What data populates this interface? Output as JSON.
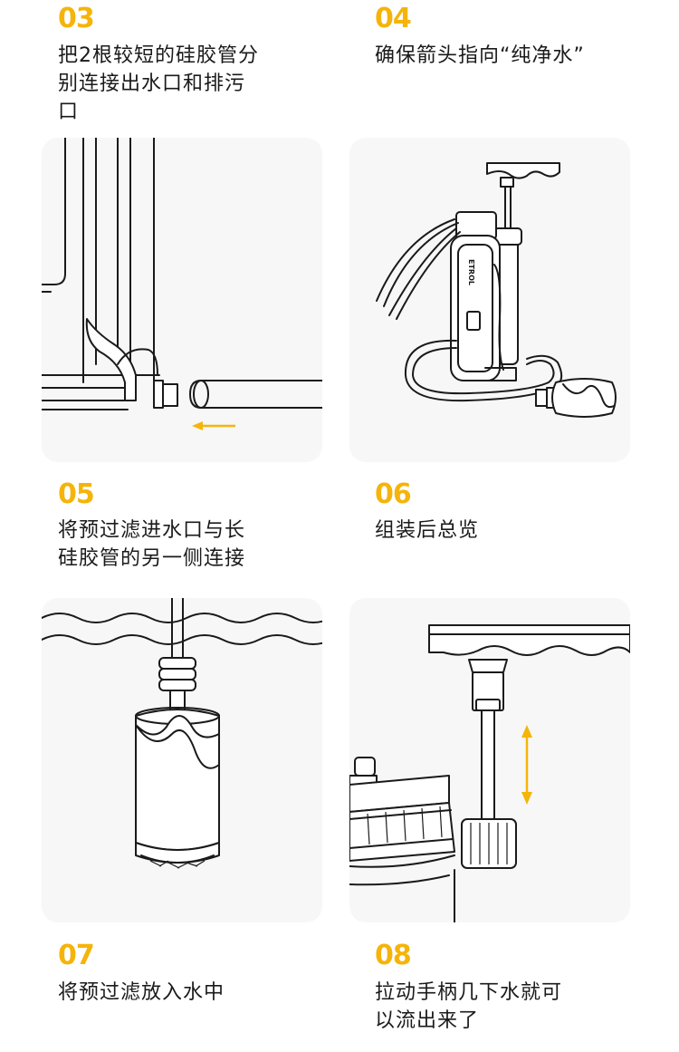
{
  "steps": [
    {
      "num": "03",
      "text_lines": [
        "把2根较短的硅胶管分",
        "别连接出水口和排污",
        "口"
      ]
    },
    {
      "num": "04",
      "text_lines": [
        "确保箭头指向“纯净水”"
      ]
    },
    {
      "num": "05",
      "text_lines": [
        "将预过滤进水口与长",
        "硅胶管的另一侧连接"
      ]
    },
    {
      "num": "06",
      "text_lines": [
        "组装后总览"
      ]
    },
    {
      "num": "07",
      "text_lines": [
        "将预过滤放入水中"
      ]
    },
    {
      "num": "08",
      "text_lines": [
        "拉动手柄几下水就可",
        "以流出来了"
      ]
    }
  ],
  "illustrations": {
    "pump_brand": "ETROL"
  },
  "colors": {
    "accent": "#f5b40a",
    "panel_bg": "#f7f7f7",
    "line": "#1a1a1a"
  }
}
